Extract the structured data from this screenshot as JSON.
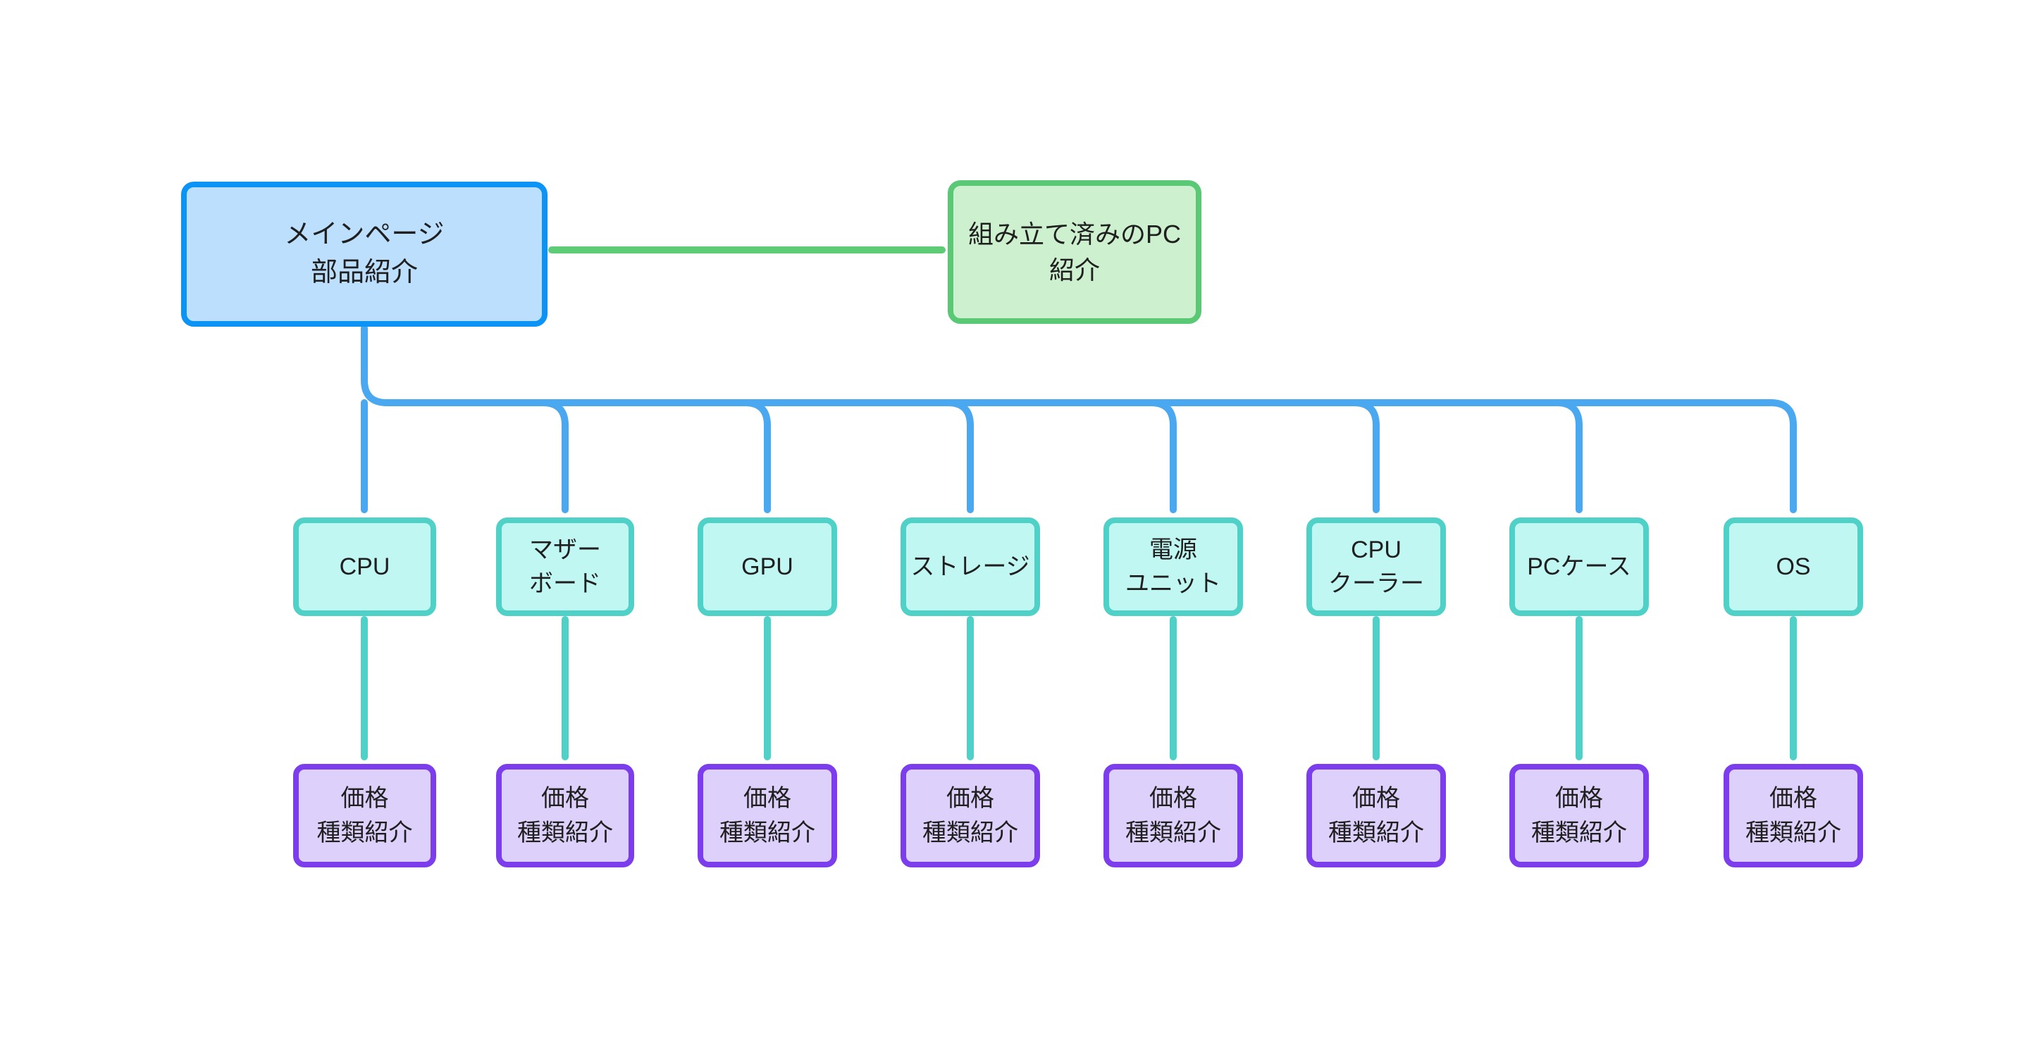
{
  "diagram": {
    "title": "PC parts site structure flowchart",
    "background": "#ffffff",
    "colors": {
      "root_border": "#0b93f6",
      "root_fill": "#bcdffd",
      "green_border": "#5ac976",
      "green_fill": "#cdf0ce",
      "part_border": "#4fd1c8",
      "part_fill": "#c1f7f2",
      "leaf_border": "#7c3ded",
      "leaf_fill": "#ddd0fa",
      "edge_blue": "#4aa8f0",
      "edge_green": "#5ecb75",
      "edge_teal": "#4fd1c8",
      "text": "#1f1f1f"
    }
  },
  "root": {
    "line1": "メインページ",
    "line2": "部品紹介"
  },
  "sibling": {
    "line1": "組み立て済みのPC",
    "line2": "紹介"
  },
  "parts": [
    {
      "line1": "CPU",
      "line2": ""
    },
    {
      "line1": "マザー",
      "line2": "ボード"
    },
    {
      "line1": "GPU",
      "line2": ""
    },
    {
      "line1": "ストレージ",
      "line2": ""
    },
    {
      "line1": "電源",
      "line2": "ユニット"
    },
    {
      "line1": "CPU",
      "line2": "クーラー"
    },
    {
      "line1": "PCケース",
      "line2": ""
    },
    {
      "line1": "OS",
      "line2": ""
    }
  ],
  "leaves": [
    {
      "line1": "価格",
      "line2": "種類紹介"
    },
    {
      "line1": "価格",
      "line2": "種類紹介"
    },
    {
      "line1": "価格",
      "line2": "種類紹介"
    },
    {
      "line1": "価格",
      "line2": "種類紹介"
    },
    {
      "line1": "価格",
      "line2": "種類紹介"
    },
    {
      "line1": "価格",
      "line2": "種類紹介"
    },
    {
      "line1": "価格",
      "line2": "種類紹介"
    },
    {
      "line1": "価格",
      "line2": "種類紹介"
    }
  ]
}
